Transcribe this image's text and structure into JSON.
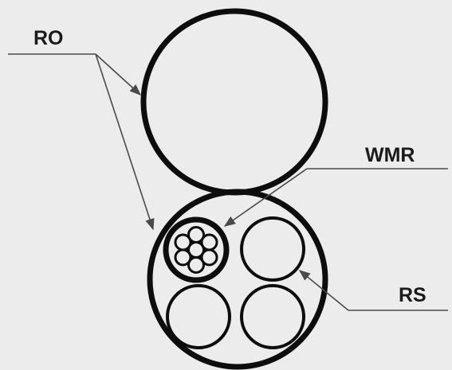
{
  "labels": {
    "ro": "RO",
    "wmr": "WMR",
    "rs": "RS"
  },
  "colors": {
    "background": "#ececec",
    "stroke": "#0d0d0d",
    "leader": "#4a4a4a",
    "text": "#1a1a1a"
  }
}
